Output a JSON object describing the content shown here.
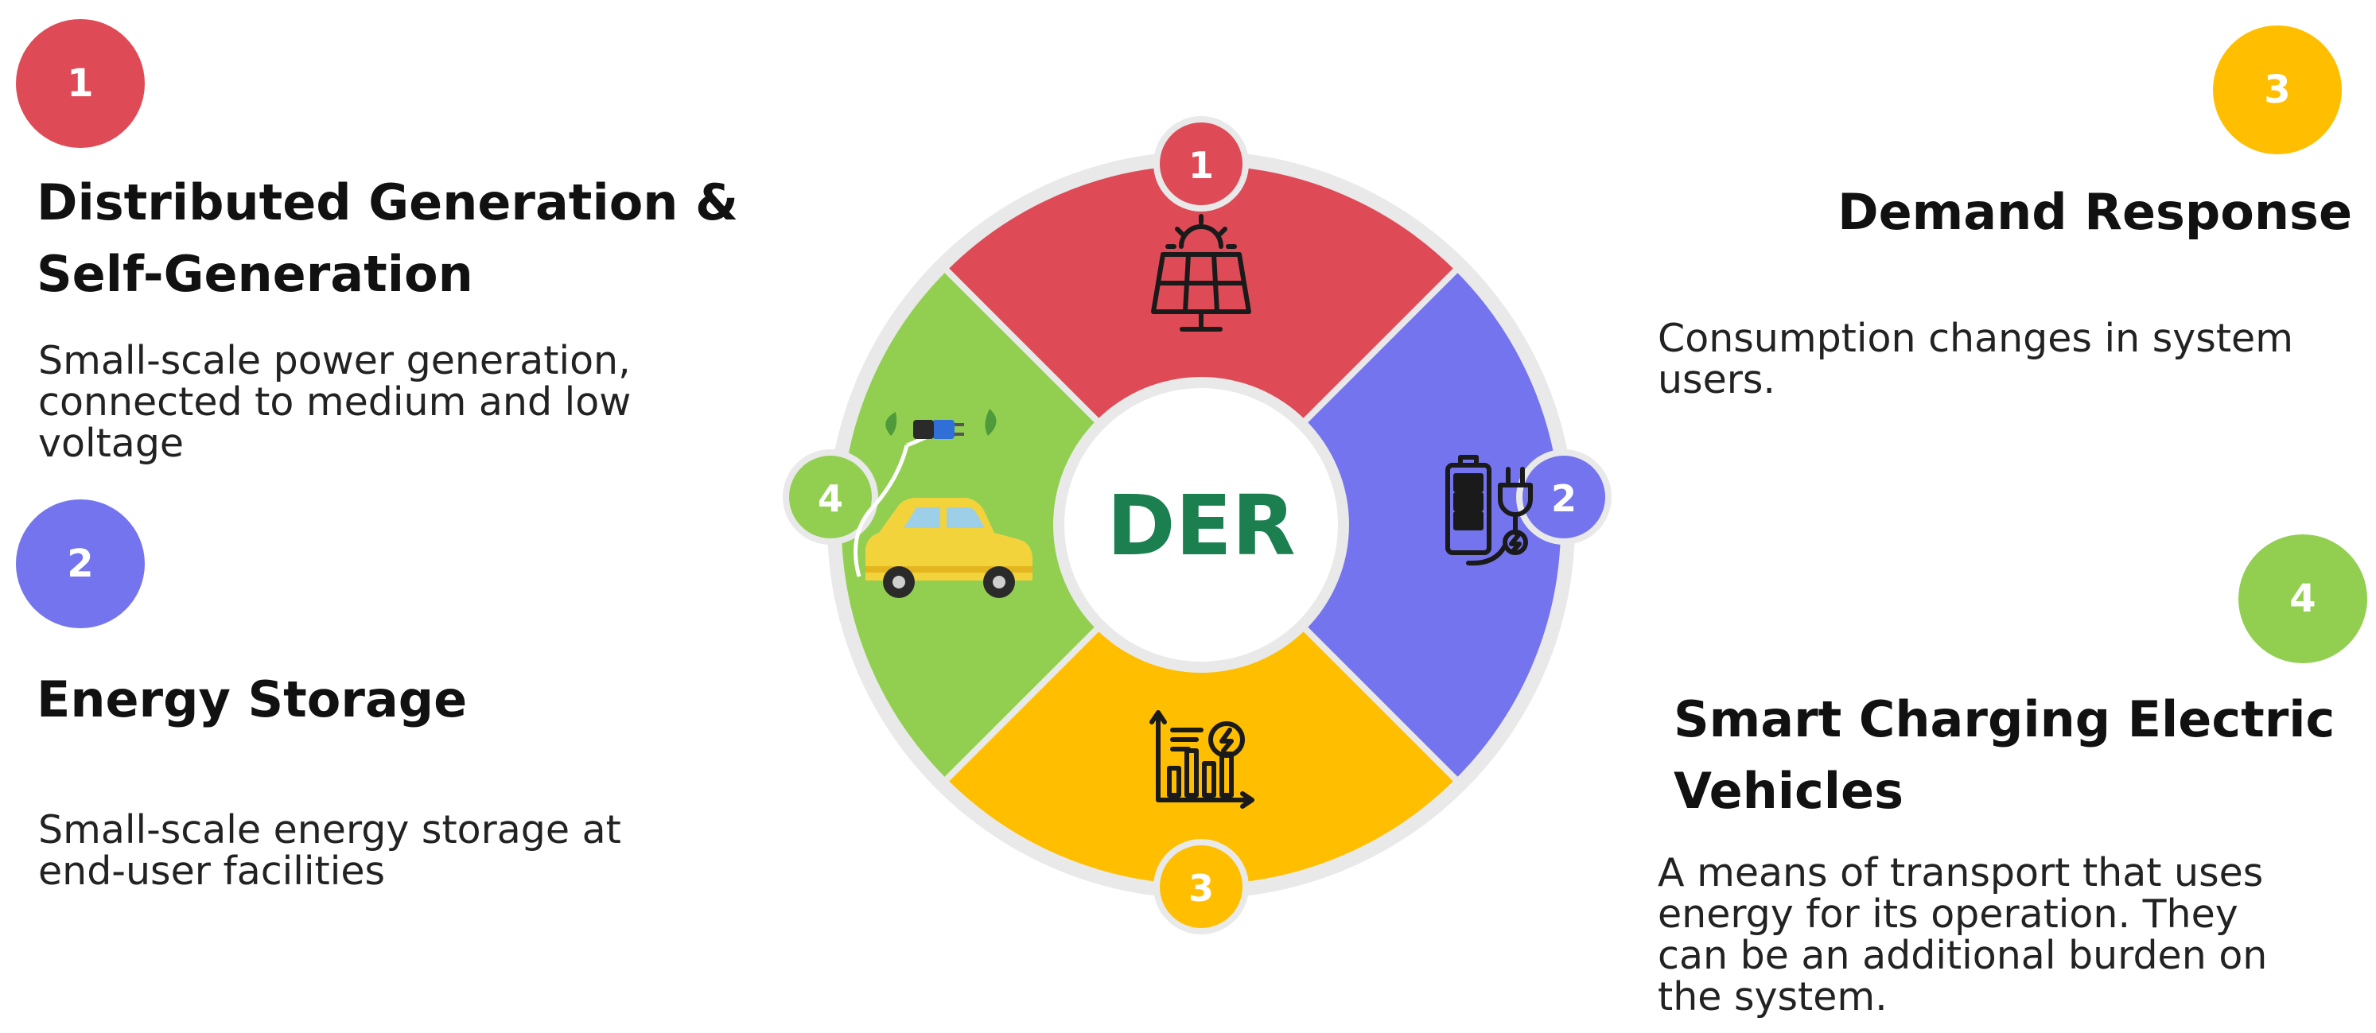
{
  "center_label": "DER",
  "colors": {
    "red": "#DE4B56",
    "blue": "#7474EE",
    "yellow": "#FFBE00",
    "green": "#92CF51",
    "center_text": "#1B7F4F"
  },
  "items": [
    {
      "number": "1",
      "title_line1": "Distributed Generation &",
      "title_line2": "Self-Generation",
      "desc_line1": "Small-scale power generation,",
      "desc_line2": "connected to medium and low",
      "desc_line3": "voltage",
      "icon": "solar-panel-icon"
    },
    {
      "number": "2",
      "title_line1": "Energy Storage",
      "desc_line1": "Small-scale energy storage at",
      "desc_line2": "end-user facilities",
      "icon": "battery-plug-icon"
    },
    {
      "number": "3",
      "title_line1": "Demand Response",
      "desc_line1": "Consumption changes in system",
      "desc_line2": "users.",
      "icon": "consumption-chart-icon"
    },
    {
      "number": "4",
      "title_line1": "Smart Charging Electric",
      "title_line2": "Vehicles",
      "desc_line1": "A means of transport that uses",
      "desc_line2": "energy for its operation. They",
      "desc_line3": "can be an additional burden on",
      "desc_line4": "the system.",
      "icon": "electric-car-icon"
    }
  ]
}
